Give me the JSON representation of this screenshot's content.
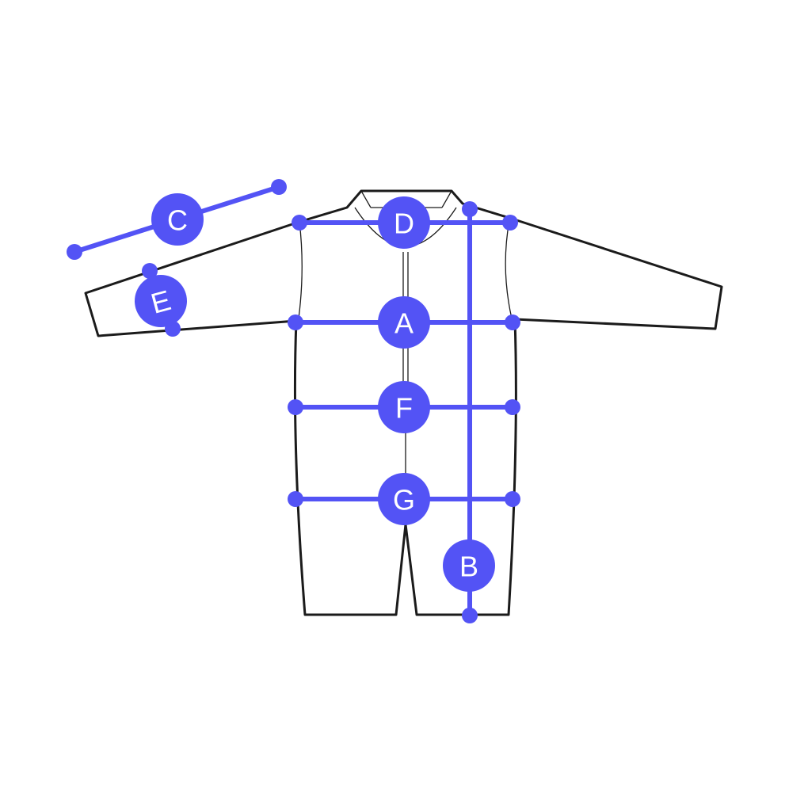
{
  "accent_color": "#5353f5",
  "outline_color": "#1b1b1b",
  "measurements": {
    "A": "A",
    "B": "B",
    "C": "C",
    "D": "D",
    "E": "E",
    "F": "F",
    "G": "G"
  }
}
